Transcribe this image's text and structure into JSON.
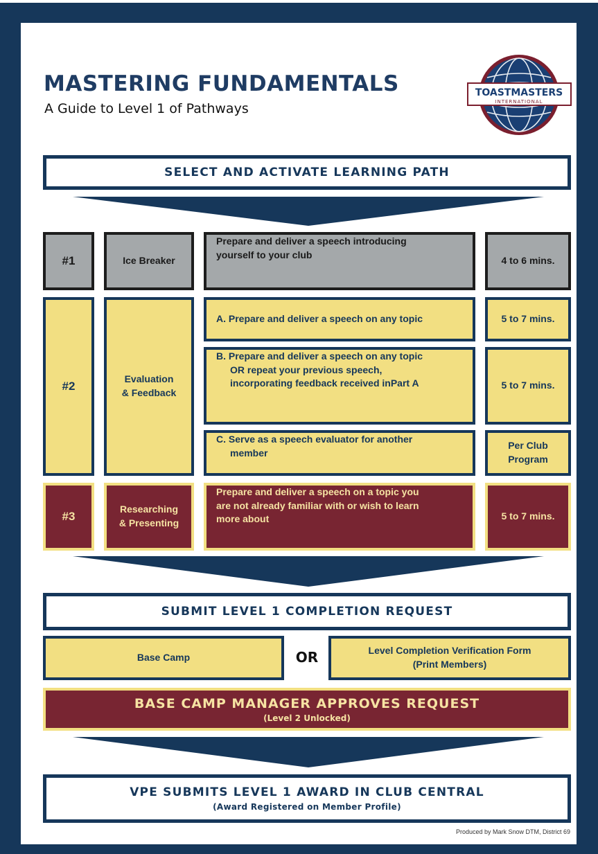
{
  "header": {
    "title": "MASTERING FUNDAMENTALS",
    "subtitle": "A Guide to Level 1 of Pathways",
    "logo_top": "TOASTMASTERS",
    "logo_bottom": "INTERNATIONAL"
  },
  "steps": {
    "select_path": "SELECT AND ACTIVATE LEARNING PATH",
    "submit_request": "SUBMIT LEVEL 1 COMPLETION REQUEST",
    "option_a": "Base Camp",
    "or_label": "OR",
    "option_b_line1": "Level Completion Verification Form",
    "option_b_line2": "(Print Members)",
    "approve_main": "BASE CAMP MANAGER APPROVES REQUEST",
    "approve_sub": "(Level 2 Unlocked)",
    "vpe_main": "VPE SUBMITS LEVEL 1 AWARD IN CLUB CENTRAL",
    "vpe_sub": "(Award Registered on Member Profile)"
  },
  "projects": [
    {
      "number": "#1",
      "name": "Ice Breaker",
      "tasks": [
        {
          "line1": "Prepare and deliver a speech introducing",
          "line2": "yourself to your club",
          "line3": "",
          "time1": "4 to 6 mins.",
          "time2": ""
        }
      ]
    },
    {
      "number": "#2",
      "name_line1": "Evaluation",
      "name_line2": "& Feedback",
      "tasks": [
        {
          "line1": "A.  Prepare and deliver a speech on any topic",
          "line2": "",
          "line3": "",
          "time1": "5 to 7 mins.",
          "time2": ""
        },
        {
          "line1": "B.  Prepare and deliver a speech on any topic",
          "line2": "OR repeat your previous speech,",
          "line3": "incorporating feedback received inPart A",
          "time1": "5 to 7 mins.",
          "time2": ""
        },
        {
          "line1": "C.  Serve as a speech evaluator for another",
          "line2": "member",
          "line3": "",
          "time1": "Per Club",
          "time2": "Program"
        }
      ]
    },
    {
      "number": "#3",
      "name_line1": "Researching",
      "name_line2": "& Presenting",
      "tasks": [
        {
          "line1": "Prepare and deliver a speech on a topic you",
          "line2": "are not already familiar with or wish to learn",
          "line3": "more about",
          "time1": "5 to 7 mins.",
          "time2": ""
        }
      ]
    }
  ],
  "footer": {
    "credit": "Produced by Mark Snow DTM, District 69"
  },
  "colors": {
    "navy": "#16375a",
    "yellow": "#f2df82",
    "maroon": "#782532",
    "gray": "#a4a8aa"
  }
}
